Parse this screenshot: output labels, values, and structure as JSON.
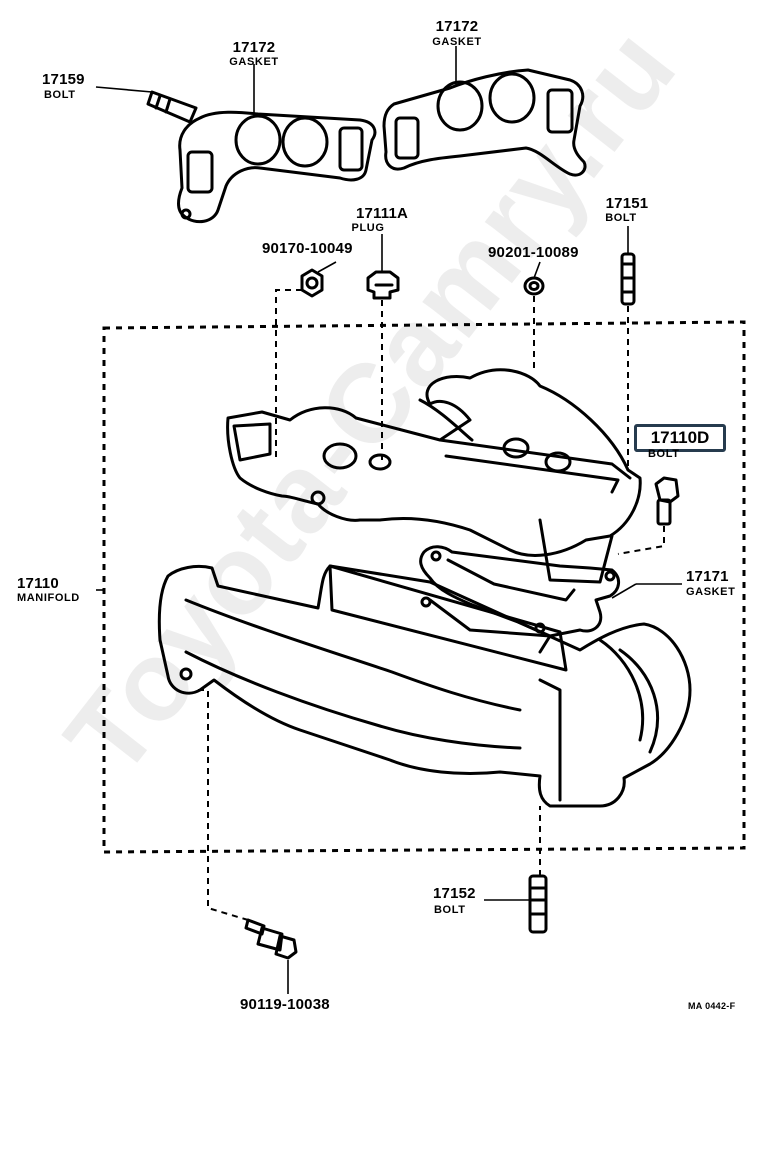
{
  "parts": {
    "gasket_left": {
      "number": "17172",
      "name": "GASKET"
    },
    "gasket_right": {
      "number": "17172",
      "name": "GASKET"
    },
    "bolt_17159": {
      "number": "17159",
      "name": "BOLT"
    },
    "plug": {
      "number": "17111A",
      "name": "PLUG"
    },
    "nut": {
      "number": "90170-10049"
    },
    "washer": {
      "number": "90201-10089"
    },
    "bolt_17151": {
      "number": "17151",
      "name": "BOLT"
    },
    "highlighted_part": {
      "number": "17110D"
    },
    "manifold": {
      "number": "17110",
      "name": "MANIFOLD"
    },
    "gasket_17171": {
      "number": "17171",
      "name": "GASKET"
    },
    "bolt_17152": {
      "number": "17152",
      "name": "BOLT"
    },
    "bolt_90119": {
      "number": "90119-10038"
    }
  },
  "diagram_code": "MA 0442-F",
  "watermark": "Toyota-Camry.ru",
  "colors": {
    "line": "#000000",
    "highlight_border": "#263b4e",
    "watermark": "#e6e6e6"
  }
}
